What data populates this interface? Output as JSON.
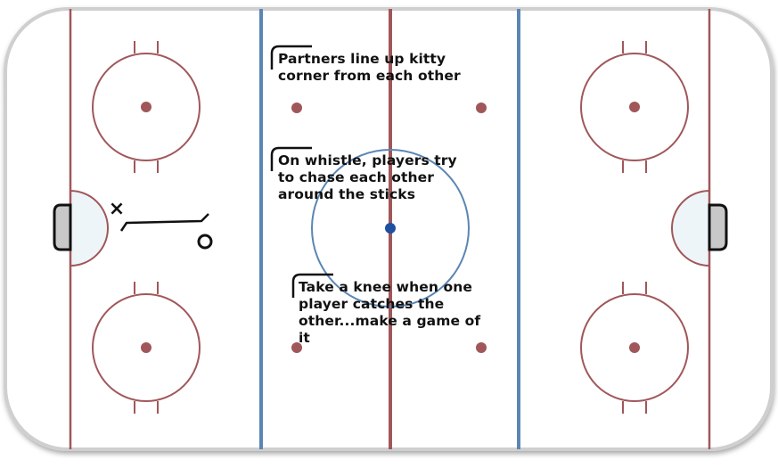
{
  "notes": {
    "partners": "Partners line up kitty\ncorner from each other",
    "whistle": "On whistle, players try\nto chase each other\naround the sticks",
    "knee": "Take a knee when one\nplayer catches the\nother...make a game of\nit"
  },
  "symbols": {
    "player_x": "×",
    "player_o": "O"
  },
  "colors": {
    "red_line": "#a0575a",
    "blue_line": "#5b86b3",
    "center_dot": "#1f4fa0",
    "crease_fill": "#eef5f9",
    "net_fill": "#c8c8c8",
    "board": "#cfcfcf"
  }
}
